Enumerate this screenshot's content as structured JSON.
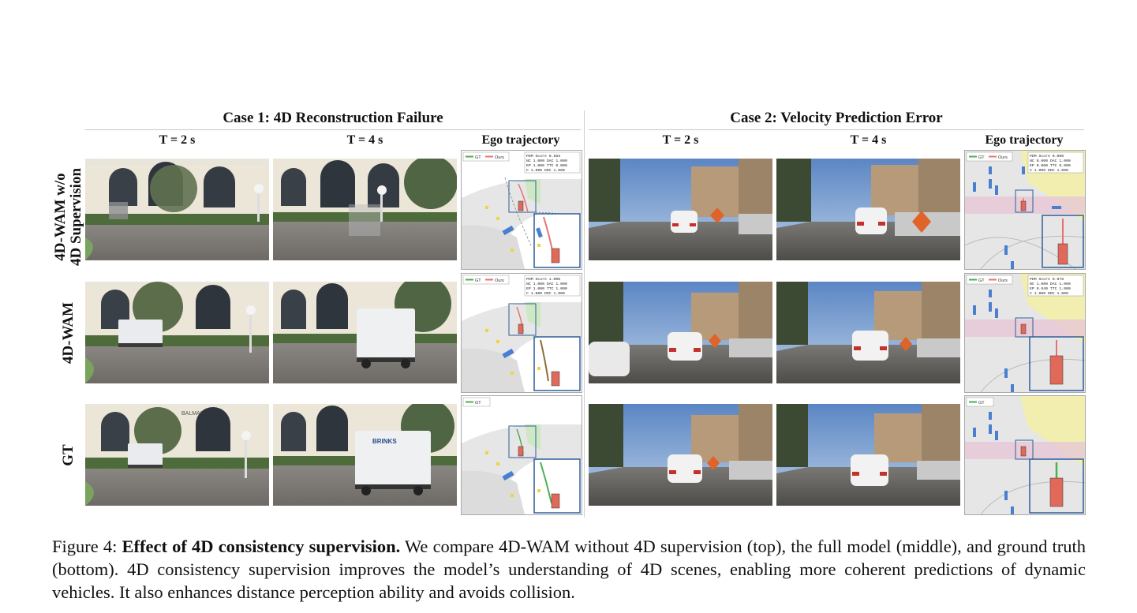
{
  "cases": [
    {
      "title": "Case 1: 4D Reconstruction Failure",
      "col_t2": "T = 2 s",
      "col_t4": "T = 4 s",
      "col_traj": "Ego trajectory"
    },
    {
      "title": "Case 2: Velocity Prediction Error",
      "col_t2": "T = 2 s",
      "col_t4": "T = 4 s",
      "col_traj": "Ego trajectory"
    }
  ],
  "rows": [
    {
      "label_line1": "4D-WAM w/o",
      "label_line2": "4D Supervision"
    },
    {
      "label_line1": "4D-WAM",
      "label_line2": ""
    },
    {
      "label_line1": "GT",
      "label_line2": ""
    }
  ],
  "legend": {
    "gt": "GT",
    "ours": "Ours"
  },
  "metrics": {
    "row1_case1": [
      "PDM Score 0.583",
      "NC 1.000 DAC 1.000",
      "EP 1.000 TTC 0.000",
      "C 1.000 DDC 1.000"
    ],
    "row2_case1": [
      "PDM Score 1.000",
      "NC 1.000 DAC 1.000",
      "EP 1.000 TTC 1.000",
      "C 1.000 DDC 1.000"
    ],
    "row1_case2": [
      "PDM Score 0.000",
      "NC 0.000 DAC 1.000",
      "EP 0.000 TTC 0.000",
      "C 1.000 DDC 1.000"
    ],
    "row2_case2": [
      "PDM Score 0.978",
      "NC 1.000 DAC 1.000",
      "EP 0.940 TTC 1.000",
      "C 1.000 DDC 1.000"
    ]
  },
  "sign_text": "BALMAIN",
  "truck_text": "BRINKS",
  "caption": {
    "prefix": "Figure 4: ",
    "bold": "Effect of 4D consistency supervision.",
    "body": " We compare 4D-WAM without 4D supervision (top), the full model (middle), and ground truth (bottom). 4D consistency supervision improves the model’s understanding of 4D scenes, enabling more coherent predictions of dynamic vehicles. It also enhances distance perception ability and avoids collision."
  },
  "colors": {
    "gt_trajectory": "#4caf50",
    "ours_trajectory": "#e57373",
    "ego_box": "#e0695a",
    "agent_box": "#4a7fd0",
    "zoom_box": "#2f5f9a",
    "drivable_area": "#e6e6e6",
    "sidewalk": "#f1eeb0",
    "crosswalk": "#e7c7d6",
    "green_area": "#cfe8c4"
  }
}
